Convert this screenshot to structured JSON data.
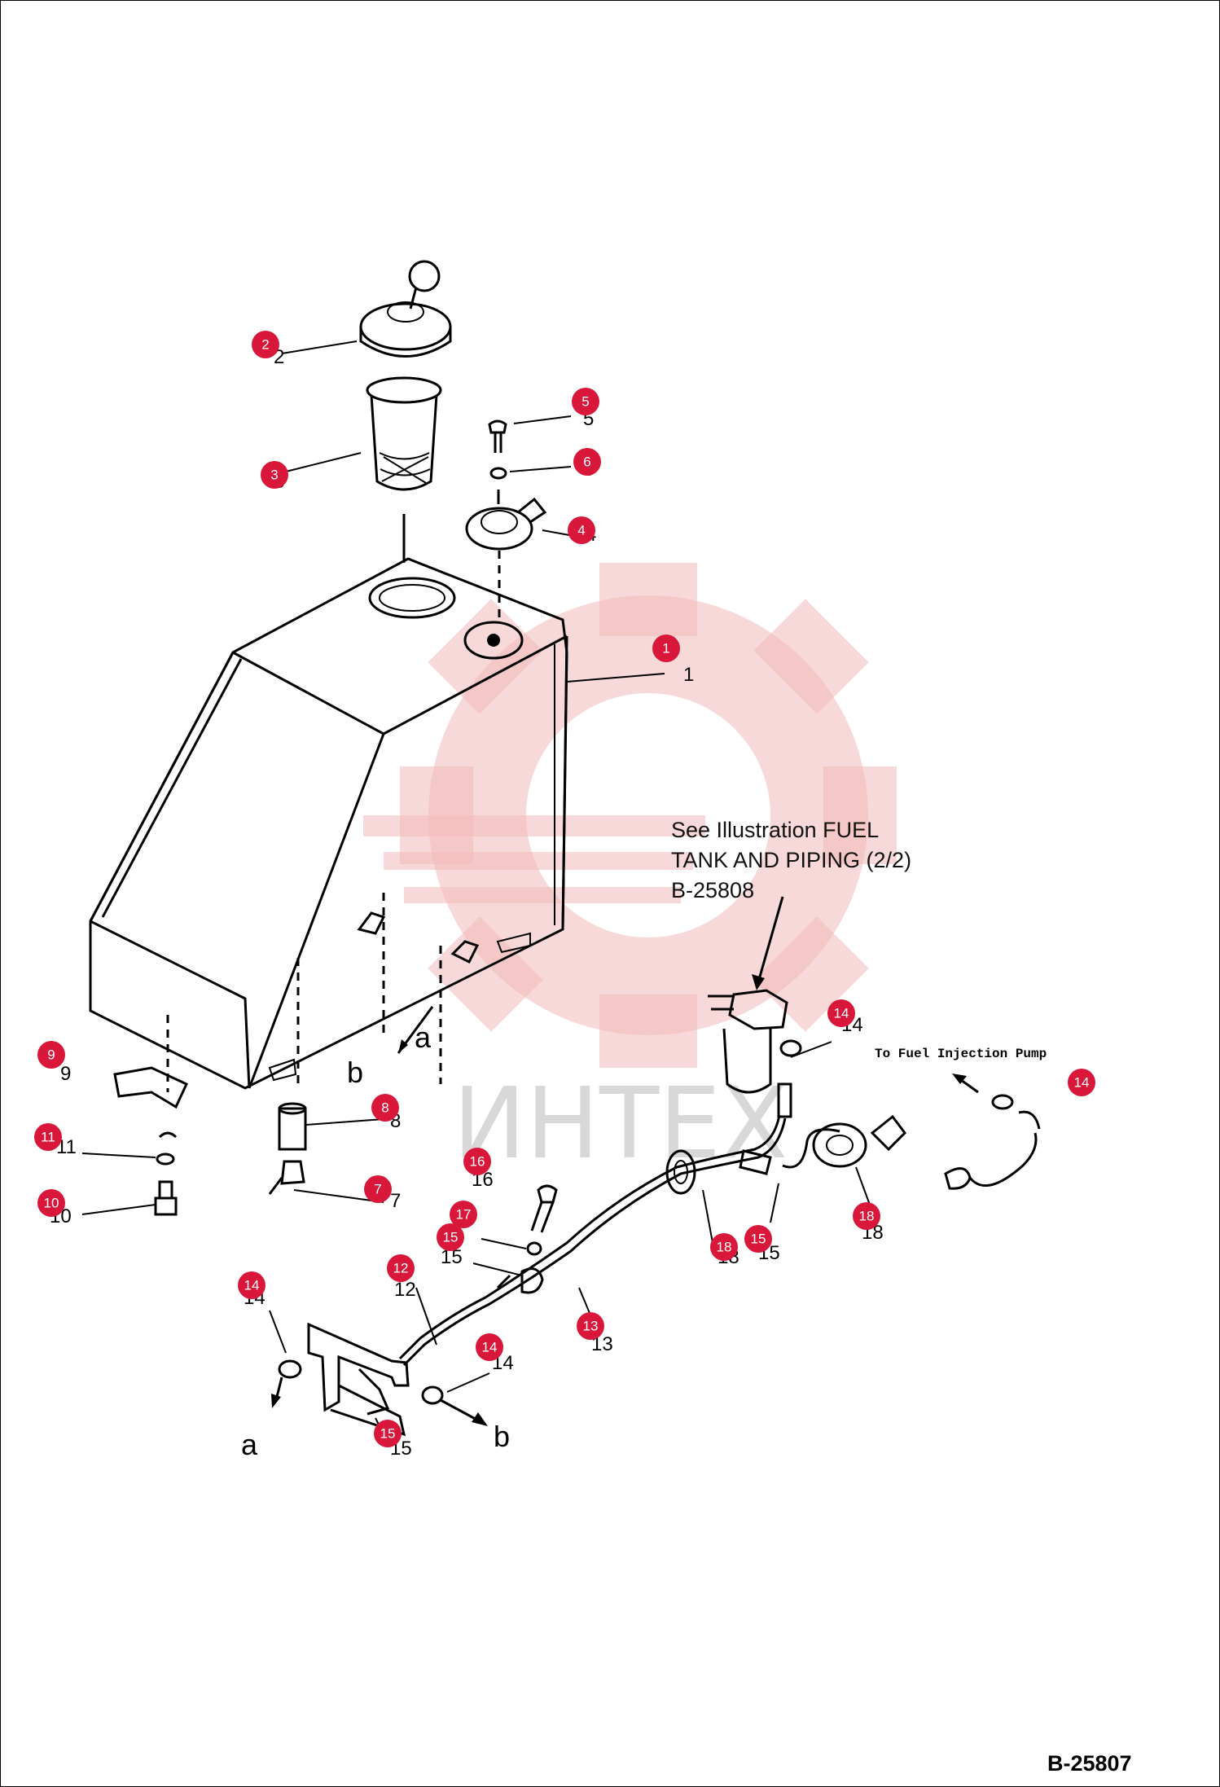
{
  "reference_note": {
    "line1": "See Illustration FUEL",
    "line2": "TANK AND PIPING (2/2)",
    "line3": "B-25808"
  },
  "pump_note": "To Fuel Injection Pump",
  "footer_code": "B-25807",
  "watermark_text": "ИНТЕХ",
  "callout_color": "#d8173b",
  "callouts": [
    "1",
    "2",
    "3",
    "4",
    "5",
    "6",
    "7",
    "8",
    "9",
    "10",
    "11",
    "14",
    "14",
    "16",
    "17",
    "15",
    "18",
    "15",
    "18",
    "12",
    "13",
    "14",
    "14",
    "15"
  ],
  "part_numbers": [
    "1",
    "2",
    "3",
    "4",
    "5",
    "6",
    "7",
    "8",
    "9",
    "10",
    "11",
    "12",
    "13",
    "14",
    "14",
    "14",
    "15",
    "15",
    "15",
    "16",
    "18",
    "18"
  ],
  "connection_labels": [
    "a",
    "b",
    "a",
    "b"
  ]
}
